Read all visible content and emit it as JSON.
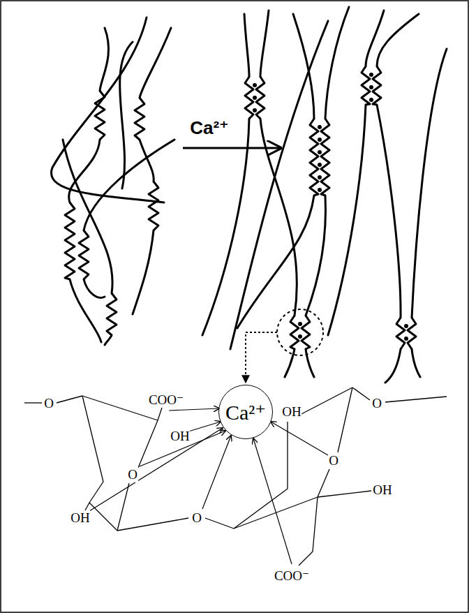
{
  "diagram": {
    "nodes": [
      {
        "text": [
          "Ca²⁺"
        ]
      }
    ],
    "labels": [
      "Ca²⁺",
      "O",
      "COO⁻",
      "OH",
      "O",
      "OH",
      "O",
      "OH",
      "O",
      "O",
      "OH",
      "COO⁻"
    ]
  }
}
